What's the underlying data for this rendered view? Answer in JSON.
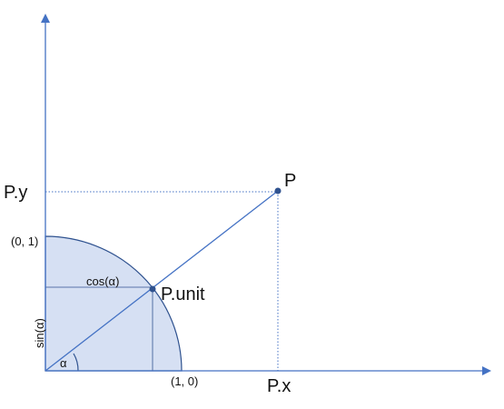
{
  "colors": {
    "axis": "#4472c4",
    "quarter_fill": "#d6e0f3",
    "quarter_stroke": "#2f528f",
    "guide": "#4472c4",
    "point": "#2f528f",
    "text": "#111111"
  },
  "labels": {
    "point_p": "P",
    "point_unit": "P.unit",
    "py": "P.y",
    "px": "P.x",
    "unit_y": "(0, 1)",
    "unit_x": "(1, 0)",
    "cos": "cos(α)",
    "sin": "sin(α)",
    "alpha": "α"
  }
}
